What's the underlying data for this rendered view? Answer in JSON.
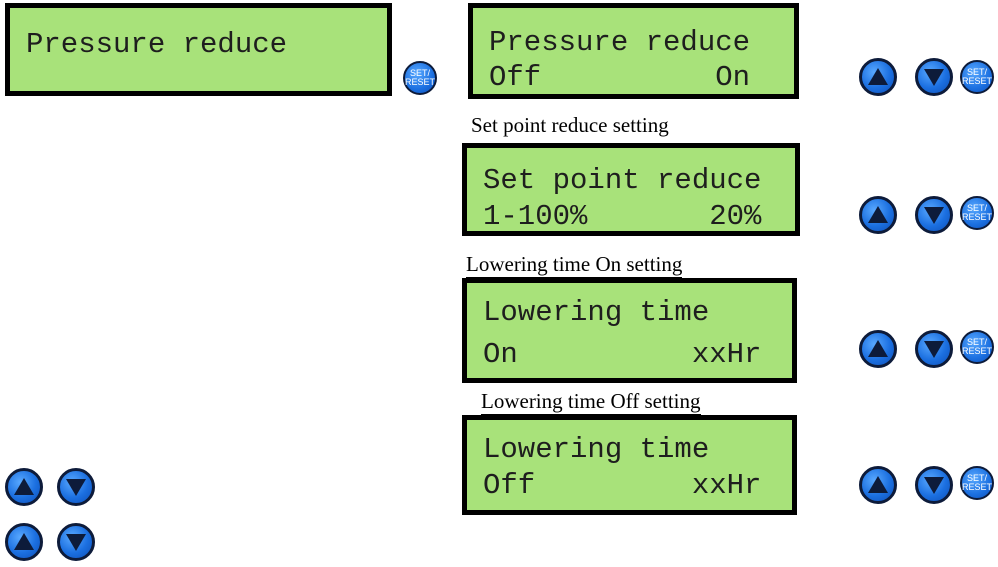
{
  "screens": [
    {
      "line1": "Pressure reduce",
      "line2": ""
    },
    {
      "line1": "Pressure reduce",
      "line2": "Off          On"
    },
    {
      "line1": "Set point reduce",
      "line2": "1-100%       20%"
    },
    {
      "line1": "Lowering time",
      "line2": "On          xxHr"
    },
    {
      "line1": "Lowering time",
      "line2": "Off         xxHr"
    }
  ],
  "captions": {
    "set_point": "Set point reduce setting",
    "lowering_on": "Lowering time On setting",
    "lowering_off": "Lowering time Off setting"
  },
  "buttons": {
    "set_reset_line1": "SET/",
    "set_reset_line2": "RESET",
    "up_icon": "up-arrow-icon",
    "down_icon": "down-arrow-icon"
  },
  "colors": {
    "lcd_background": "#a8e27a",
    "button_blue": "#1b6fe0",
    "border": "#000000"
  }
}
